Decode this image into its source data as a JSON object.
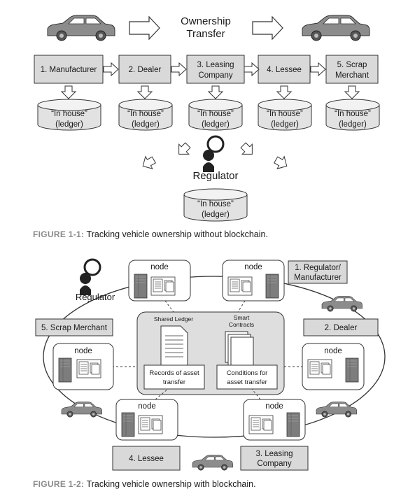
{
  "figure1": {
    "header_line1": "Ownership",
    "header_line2": "Transfer",
    "participants": [
      {
        "line1": "1. Manufacturer",
        "line2": ""
      },
      {
        "line1": "2. Dealer",
        "line2": ""
      },
      {
        "line1": "3. Leasing",
        "line2": "Company"
      },
      {
        "line1": "4. Lessee",
        "line2": ""
      },
      {
        "line1": "5. Scrap",
        "line2": "Merchant"
      }
    ],
    "ledger_line1": "“In house”",
    "ledger_line2": "(ledger)",
    "regulator_label": "Regulator",
    "caption_label": "FIGURE 1-1:",
    "caption_text": " Tracking vehicle ownership without blockchain."
  },
  "figure2": {
    "node_label": "node",
    "regulator_label": "Regulator",
    "shared_ledger_label": "Shared Ledger",
    "smart_contracts_line1": "Smart",
    "smart_contracts_line2": "Contracts",
    "records_line1": "Records of asset",
    "records_line2": "transfer",
    "conditions_line1": "Conditions for",
    "conditions_line2": "asset transfer",
    "box_regulator_line1": "1. Regulator/",
    "box_regulator_line2": "Manufacturer",
    "box_dealer": "2. Dealer",
    "box_leasing_line1": "3. Leasing",
    "box_leasing_line2": "Company",
    "box_lessee": "4. Lessee",
    "box_scrap": "5. Scrap Merchant",
    "caption_label": "FIGURE 1-2:",
    "caption_text": " Tracking vehicle ownership with blockchain."
  },
  "colors": {
    "box_fill": "#d9d9d9",
    "ledger_fill": "#e2e2e2",
    "ledger_top": "#f2f2f2",
    "stroke": "#333333",
    "caption_gray": "#8a8a8a",
    "center_fill": "#dedede"
  }
}
